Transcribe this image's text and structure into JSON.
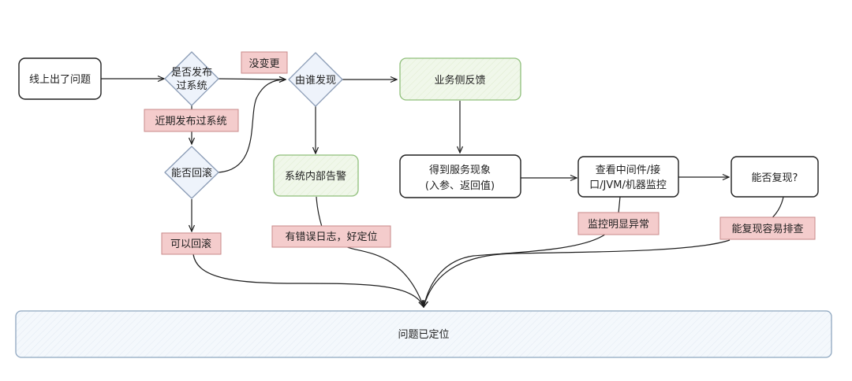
{
  "colors": {
    "stroke": "#1e1e1e",
    "decision_fill": "#eef3fb",
    "decision_stroke": "#8a9bb5",
    "green_fill": "#f0f7ea",
    "green_stroke": "#8fbf7a",
    "label_fill": "#f4cccc",
    "label_stroke": "#c98a8a",
    "result_fill": "#f3f7fc",
    "result_stroke": "#8ea6bf"
  },
  "nodes": {
    "start": "线上出了问题",
    "decision_release": [
      "是否发布",
      "过系统"
    ],
    "decision_who": "由谁发现",
    "decision_rollback": "能否回滚",
    "business_feedback": "业务侧反馈",
    "system_alert": "系统内部告警",
    "service_phenomenon": [
      "得到服务现象",
      "(入参、返回值)"
    ],
    "check_monitoring": [
      "查看中间件/接",
      "口/JVM/机器监控"
    ],
    "reproducible": "能否复现?",
    "located": "问题已定位"
  },
  "labels": {
    "no_change": "没变更",
    "recent_release": "近期发布过系统",
    "can_rollback": "可以回滚",
    "error_log": "有错误日志，好定位",
    "monitor_abnormal": "监控明显异常",
    "easy_reproduce": "能复现容易排查"
  }
}
